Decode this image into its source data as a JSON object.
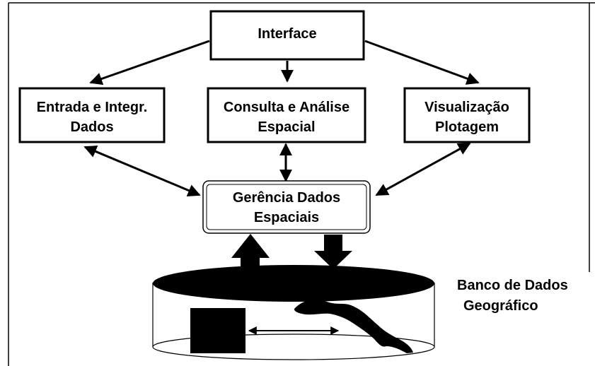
{
  "diagram": {
    "nodes": {
      "interface": {
        "label": "Interface"
      },
      "entrada": {
        "line1": "Entrada e Integr.",
        "line2": "Dados"
      },
      "consulta": {
        "line1": "Consulta e Análise",
        "line2": "Espacial"
      },
      "visualizacao": {
        "line1": "Visualização",
        "line2": "Plotagem"
      },
      "gerencia": {
        "line1": "Gerência Dados",
        "line2": "Espaciais"
      },
      "banco": {
        "line1": "Banco de Dados",
        "line2": "Geográfico"
      }
    },
    "colors": {
      "ink": "#000000",
      "background": "#ffffff"
    }
  }
}
